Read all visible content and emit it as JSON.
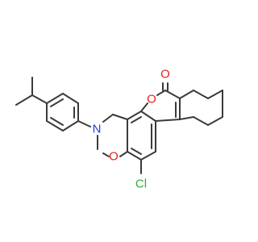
{
  "molecule": {
    "atoms": {
      "nitrogen": {
        "symbol": "N",
        "color": "#1a3ee8"
      },
      "ring_oxygen": {
        "symbol": "O",
        "color": "#e8201a"
      },
      "lactone_oxygen": {
        "symbol": "O",
        "color": "#e8201a"
      },
      "carbonyl_oxygen": {
        "symbol": "O",
        "color": "#e8201a"
      },
      "chlorine": {
        "symbol": "Cl",
        "color": "#2fae2f"
      }
    },
    "bond_color": "#3a3a3a",
    "background": "#ffffff"
  }
}
